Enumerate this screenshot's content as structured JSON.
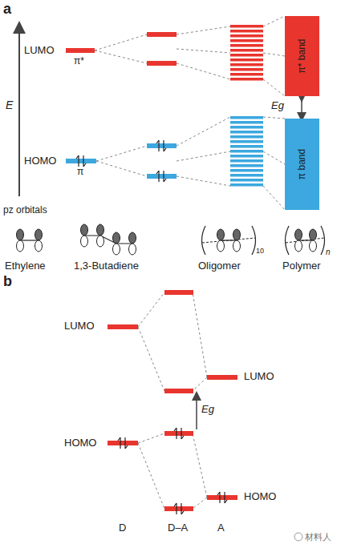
{
  "diagram": {
    "nodes": [
      {
        "text": [
          "π* band"
        ]
      },
      {
        "text": [
          "π band"
        ]
      }
    ],
    "labels": [
      "a",
      "E",
      "LUMO",
      "π*",
      "HOMO",
      "π",
      "Eg",
      "pz orbitals",
      "Ethylene",
      "1,3-Butadiene",
      "Oligomer",
      "Polymer",
      "10",
      "n",
      "b",
      "LUMO",
      "HOMO",
      "Eg",
      "LUMO",
      "HOMO",
      "D",
      "D–A",
      "A",
      "材料人"
    ]
  }
}
